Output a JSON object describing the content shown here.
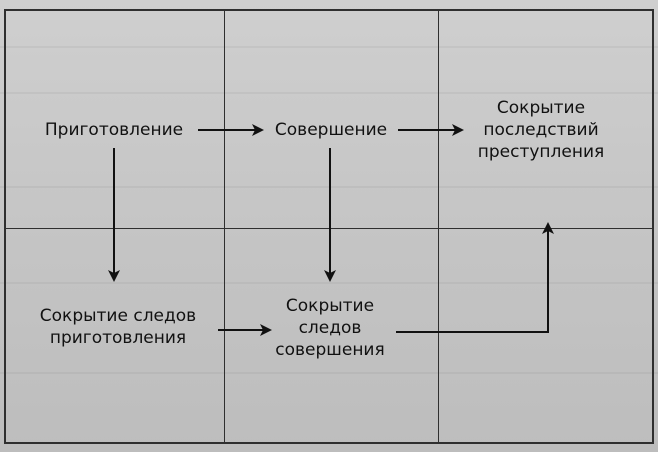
{
  "diagram": {
    "nodes": {
      "preparation": {
        "line1": "Приготовление"
      },
      "commission": {
        "line1": "Совершение"
      },
      "concealment_consequences": {
        "line1": "Сокрытие",
        "line2": "последствий",
        "line3": "преступления"
      },
      "concealment_prep_traces": {
        "line1": "Сокрытие следов",
        "line2": "приготовления"
      },
      "concealment_commission_traces": {
        "line1": "Сокрытие",
        "line2": "следов",
        "line3": "совершения"
      }
    },
    "colors": {
      "ink": "#111111",
      "grid": "#2f2f2f",
      "background": "#c9c9c9"
    }
  }
}
